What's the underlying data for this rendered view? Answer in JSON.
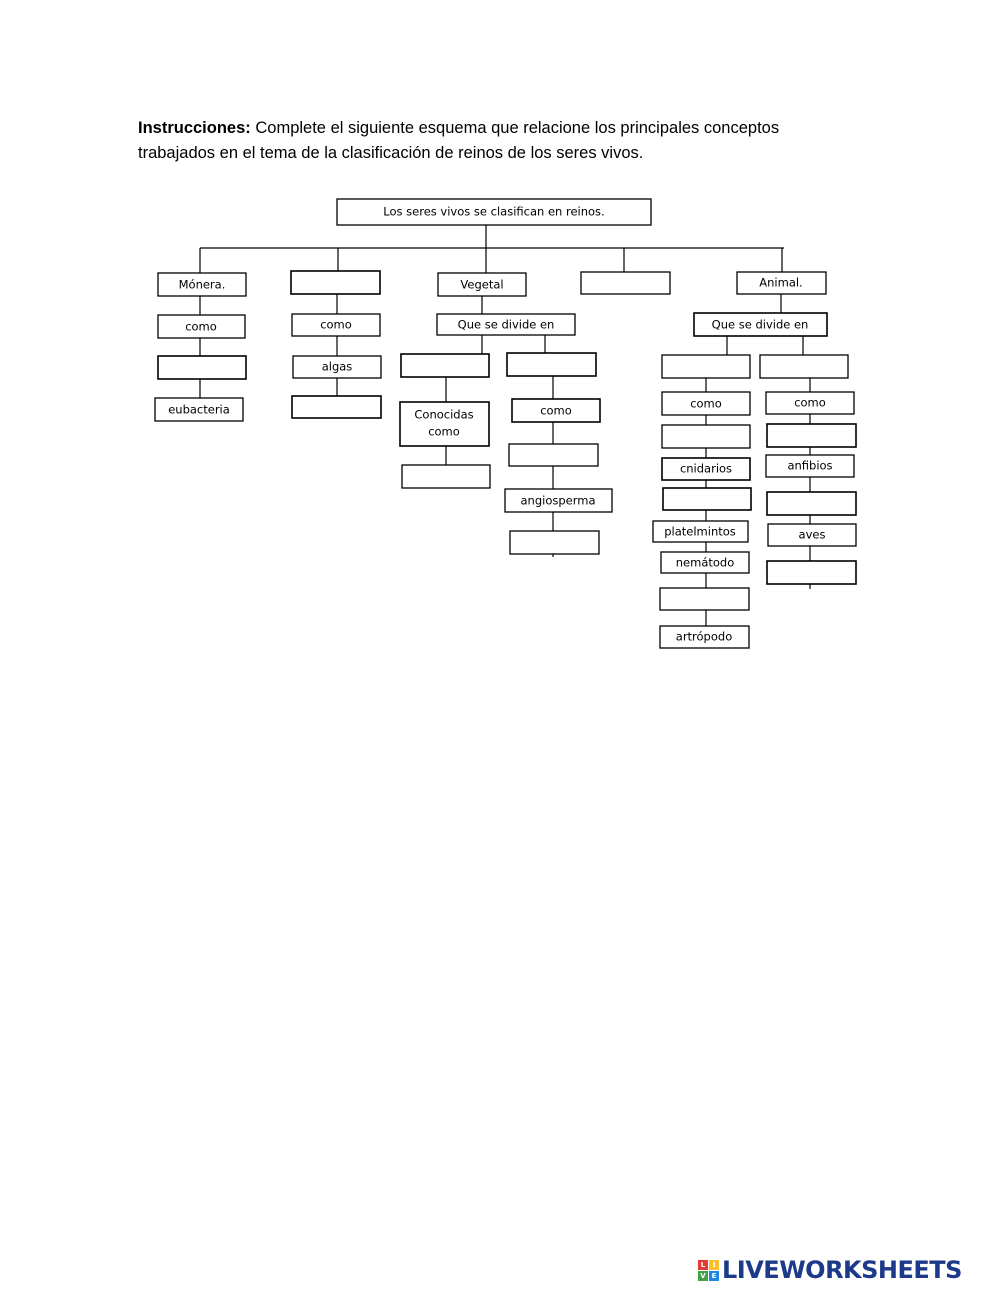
{
  "instructions": {
    "label": "Instrucciones:",
    "text": " Complete el siguiente esquema que relacione los principales conceptos trabajados en el tema de la clasificación de reinos de los seres vivos."
  },
  "diagram": {
    "root": "Los seres vivos se clasifican en reinos.",
    "monera": {
      "title": "Mónera.",
      "como": "como",
      "blank": "",
      "example": "eubacteria"
    },
    "protista": {
      "title": "",
      "como": "como",
      "example": "algas",
      "blank": ""
    },
    "vegetal": {
      "title": "Vegetal",
      "divide": "Que se divide en",
      "left": {
        "blank": "",
        "conocidas": "Conocidas como",
        "blank2": ""
      },
      "right": {
        "blank": "",
        "como": "como",
        "blank2": "",
        "angiosperma": "angiosperma",
        "blank3": ""
      }
    },
    "fungi": {
      "title": ""
    },
    "animal": {
      "title": "Animal.",
      "divide": "Que se divide en",
      "left": {
        "blank": "",
        "como": "como",
        "blank2": "",
        "cnidarios": "cnidarios",
        "blank3": "",
        "platelmintos": "platelmintos",
        "nematodo": "nemátodo",
        "blank4": "",
        "artropodo": "artrópodo"
      },
      "right": {
        "blank": "",
        "como": "como",
        "blank2": "",
        "anfibios": "anfibios",
        "blank3": "",
        "aves": "aves",
        "blank4": ""
      }
    }
  },
  "logo": {
    "text": "LIVEWORKSHEETS",
    "letters": [
      "L",
      "I",
      "V",
      "E"
    ],
    "colors": [
      "#e53935",
      "#fbc02d",
      "#43a047",
      "#1e88e5"
    ]
  }
}
